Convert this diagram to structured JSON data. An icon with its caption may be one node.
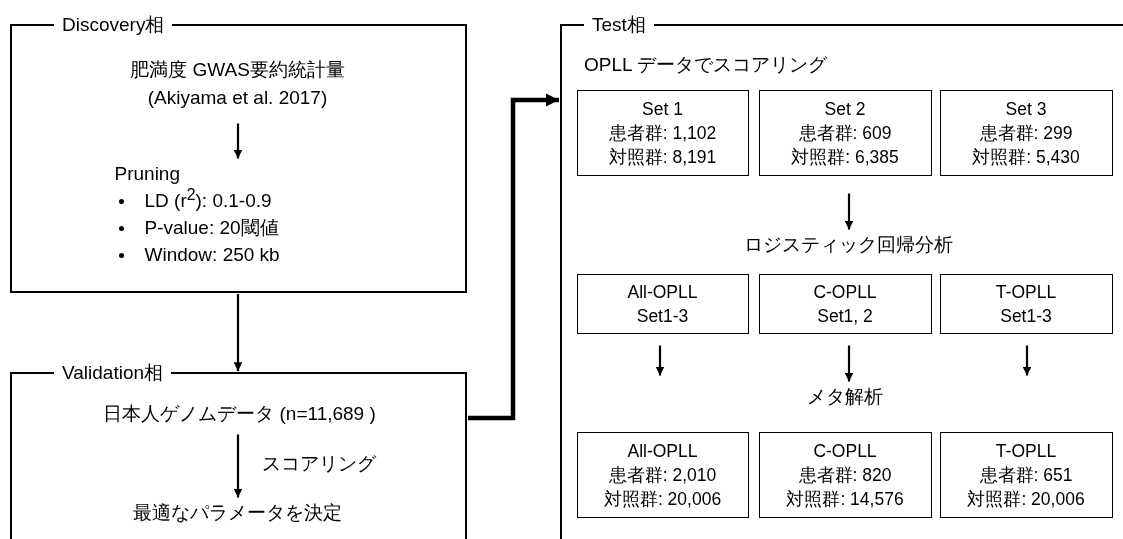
{
  "diagram": {
    "nodes": [
      {
        "text": [
          "Discovery相"
        ]
      },
      {
        "text": [
          "肥満度 GWAS要約統計量 (Akiyama et al. 2017)"
        ],
        "in": 0
      },
      {
        "text": [
          "Pruning",
          "LD (r$^{2}$): 0.1-0.9",
          "P-value: 20閾値",
          "Window: 250 kb"
        ],
        "in": 0
      },
      {
        "text": [
          "Validation相"
        ]
      },
      {
        "text": [
          "日本人ゲノムデータ (n=11,689 )"
        ],
        "in": 3
      },
      {
        "text": [
          "最適なパラメータを決定"
        ],
        "in": 3
      },
      {
        "text": [
          "Test相",
          "OPLL データでスコアリング"
        ]
      },
      {
        "text": [
          "Set 1",
          "患者群: 1,102",
          "対照群: 8,191"
        ],
        "in": 6
      },
      {
        "text": [
          "Set 2",
          "患者群: 609",
          "対照群: 6,385"
        ],
        "in": 6
      },
      {
        "text": [
          "Set 3",
          "患者群: 299",
          "対照群: 5,430"
        ],
        "in": 6
      },
      {
        "text": [
          "ロジスティック回帰分析"
        ],
        "in": 6
      },
      {
        "text": [
          "All-OPLL",
          "Set1-3"
        ],
        "in": 6
      },
      {
        "text": [
          "C-OPLL",
          "Set1, 2"
        ],
        "in": 6
      },
      {
        "text": [
          "T-OPLL",
          "Set1-3"
        ],
        "in": 6
      },
      {
        "text": [
          "メタ解析"
        ],
        "in": 6
      },
      {
        "text": [
          "All-OPLL",
          "患者群: 2,010",
          "対照群: 20,006"
        ],
        "in": 6
      },
      {
        "text": [
          "C-OPLL",
          "患者群: 820",
          "対照群: 14,576"
        ],
        "in": 6
      },
      {
        "text": [
          "T-OPLL",
          "患者群: 651",
          "対照群: 20,006"
        ],
        "in": 6
      }
    ],
    "edges": [
      {
        "from": 1,
        "to": 2,
        "arrow": "to"
      },
      {
        "from": 0,
        "to": 3,
        "arrow": "to"
      },
      {
        "from": 4,
        "to": 5,
        "arrow": "to",
        "label": "スコアリング"
      },
      {
        "from": 3,
        "to": 6,
        "arrow": "to",
        "style": "thick"
      },
      {
        "from": 8,
        "to": 10,
        "arrow": "to"
      },
      {
        "from": 11,
        "to": null,
        "arrow": "to"
      },
      {
        "from": 12,
        "to": 14,
        "arrow": "to"
      },
      {
        "from": 13,
        "to": null,
        "arrow": "to"
      }
    ]
  }
}
